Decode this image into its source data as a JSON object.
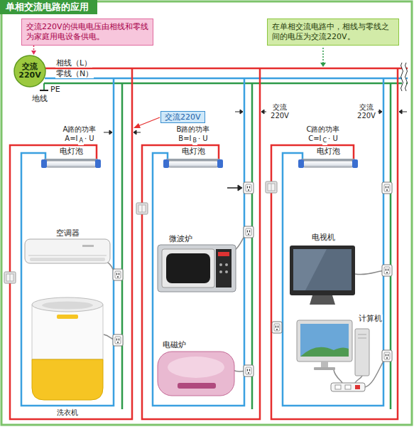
{
  "diagram": {
    "title": "单相交流电路的应用",
    "nodes": [
      {
        "text": [
          "交流220V的供电电压由相线和零线为家庭用电设备供电。"
        ]
      },
      {
        "text": [
          "在单相交流电路中，相线与零线之间的电压为交流220V。"
        ]
      },
      {
        "text": [
          "交流 220V"
        ]
      },
      {
        "text": [
          "交流220V"
        ]
      }
    ],
    "edges": [
      {
        "from": 0,
        "to": 2,
        "arrow": "to"
      }
    ],
    "labels": [
      "相线（L）",
      "零线（N）",
      "PE",
      "地线",
      "交流 220V",
      "交流 220V",
      "A路的功率",
      "A=I",
      "A",
      "· U",
      "B路的功率",
      "B=I",
      "B",
      "· U",
      "C路的功率",
      "C=I",
      "C",
      "· U",
      "电灯泡",
      "空调器",
      "洗衣机",
      "电灯泡",
      "微波炉",
      "电磁炉",
      "电灯泡",
      "电视机",
      "计算机"
    ]
  }
}
